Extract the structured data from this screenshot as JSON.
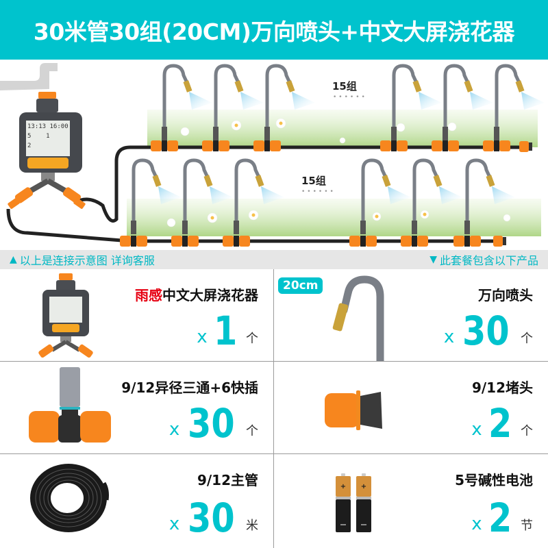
{
  "header": {
    "title": "30米管30组(20CM)万向喷头+中文大屏浇花器"
  },
  "diagram": {
    "group_label_top": "15组",
    "group_label_bottom": "15组",
    "dots": "••••••",
    "timer_display": {
      "time_left": "13:13",
      "time_right": "16:00",
      "value_a": "5",
      "value_b": "1",
      "value_c": "2"
    },
    "colors": {
      "pipe": "#222222",
      "fitting": "#f7861e",
      "hose": "#7a7f87",
      "nozzle": "#c9a23a",
      "spray": "#a8dcf0",
      "grass": "#a6d17a"
    }
  },
  "notice": {
    "left_icon": "triangle-up-icon",
    "left_glyph": "▲",
    "left_text": "以上是连接示意图 详询客服",
    "right_icon": "triangle-down-icon",
    "right_glyph": "▼",
    "right_text": "此套餐包含以下产品"
  },
  "products": [
    {
      "name_highlight": "雨感",
      "name": "中文大屏浇花器",
      "x": "x",
      "quantity": "1",
      "unit": "个",
      "icon": "water-timer-icon"
    },
    {
      "badge": "20cm",
      "name": "万向喷头",
      "x": "x",
      "quantity": "30",
      "unit": "个",
      "icon": "nozzle-hose-icon"
    },
    {
      "name": "9/12异径三通+6快插",
      "x": "x",
      "quantity": "30",
      "unit": "个",
      "icon": "tee-connector-icon"
    },
    {
      "name": "9/12堵头",
      "x": "x",
      "quantity": "2",
      "unit": "个",
      "icon": "end-plug-icon"
    },
    {
      "name": "9/12主管",
      "x": "x",
      "quantity": "30",
      "unit": "米",
      "icon": "pipe-coil-icon"
    },
    {
      "name": "5号碱性电池",
      "x": "x",
      "quantity": "2",
      "unit": "节",
      "icon": "aa-battery-icon"
    }
  ],
  "colors": {
    "accent": "#00c3cd",
    "highlight_red": "#e60012",
    "notice_bg": "#e6e6e6",
    "divider": "#9a9a9a"
  }
}
